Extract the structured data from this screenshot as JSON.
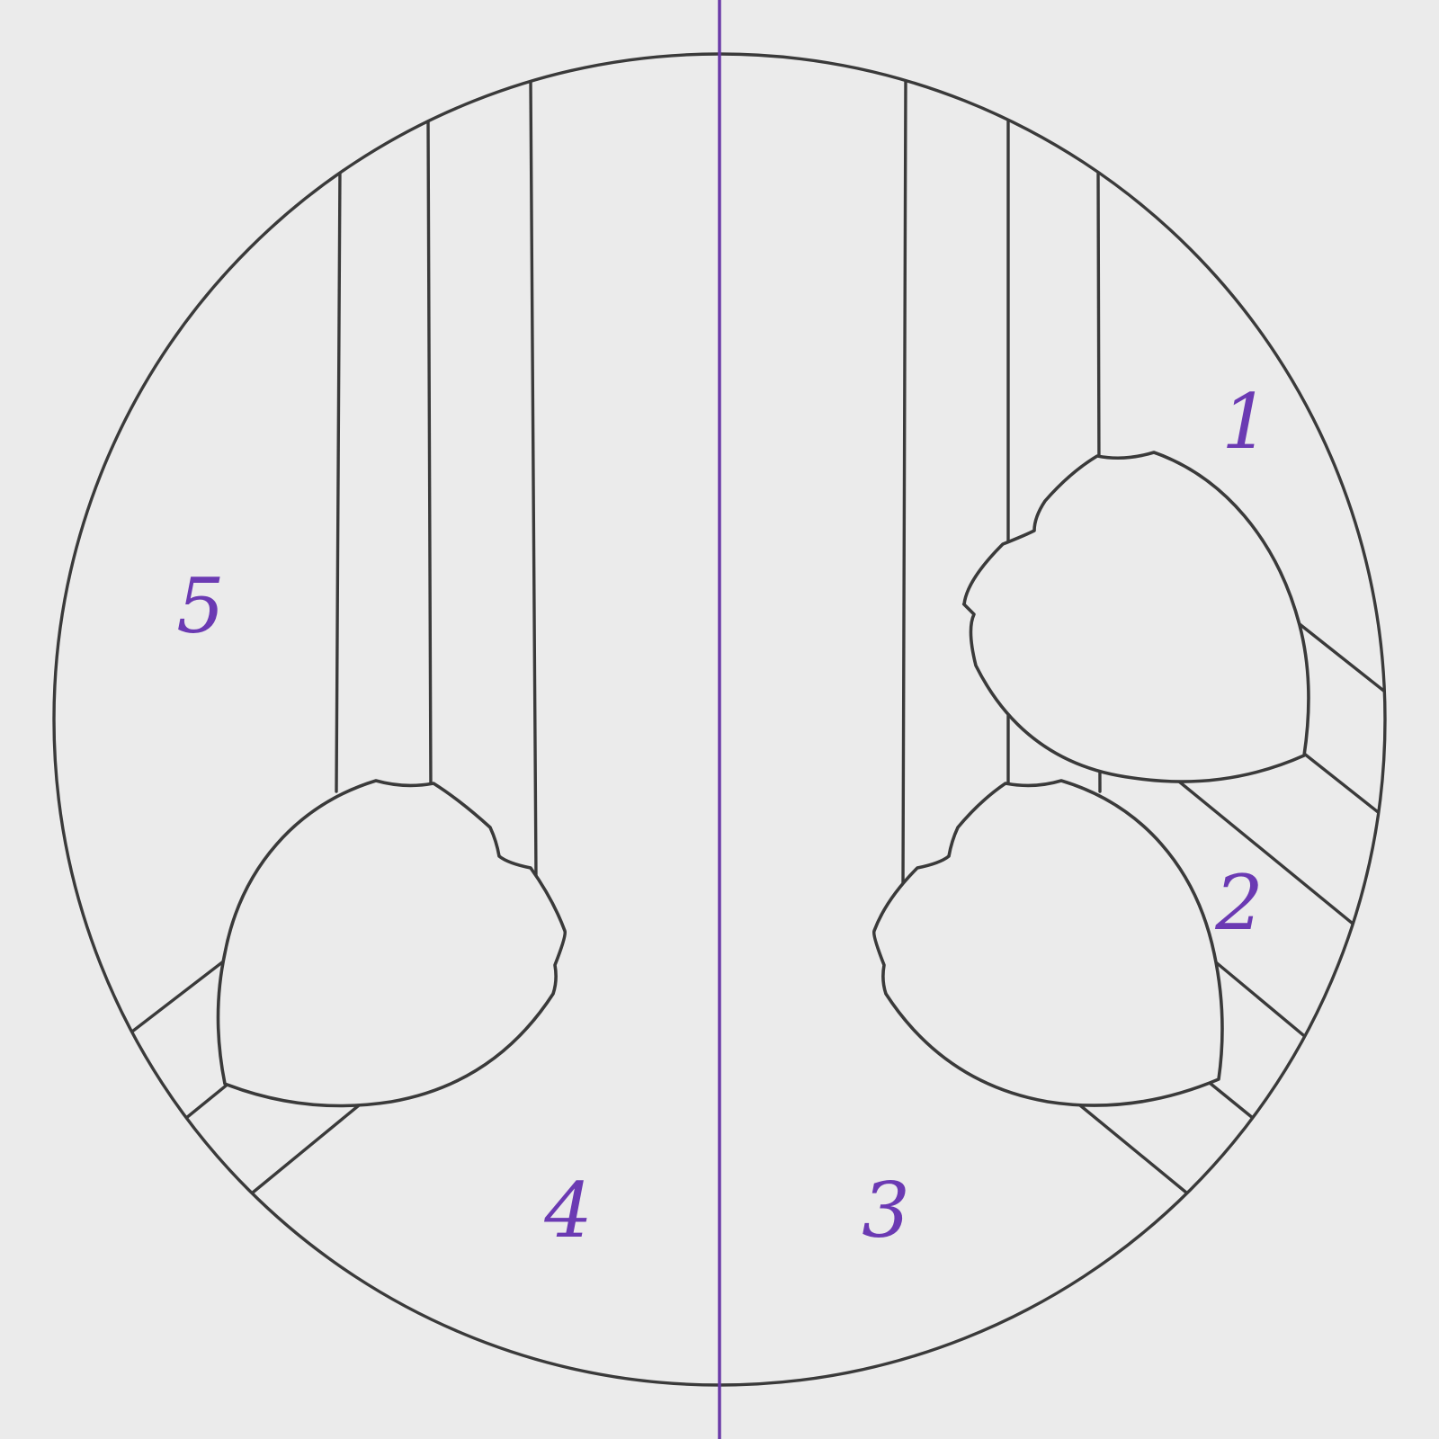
{
  "diagram": {
    "region_labels": [
      "1",
      "2",
      "3",
      "4",
      "5"
    ],
    "colors": {
      "background": "#ebebeb",
      "pencil_line": "#3a3a3a",
      "center_line": "#6a3aa8",
      "label": "#6b3ab3"
    }
  }
}
